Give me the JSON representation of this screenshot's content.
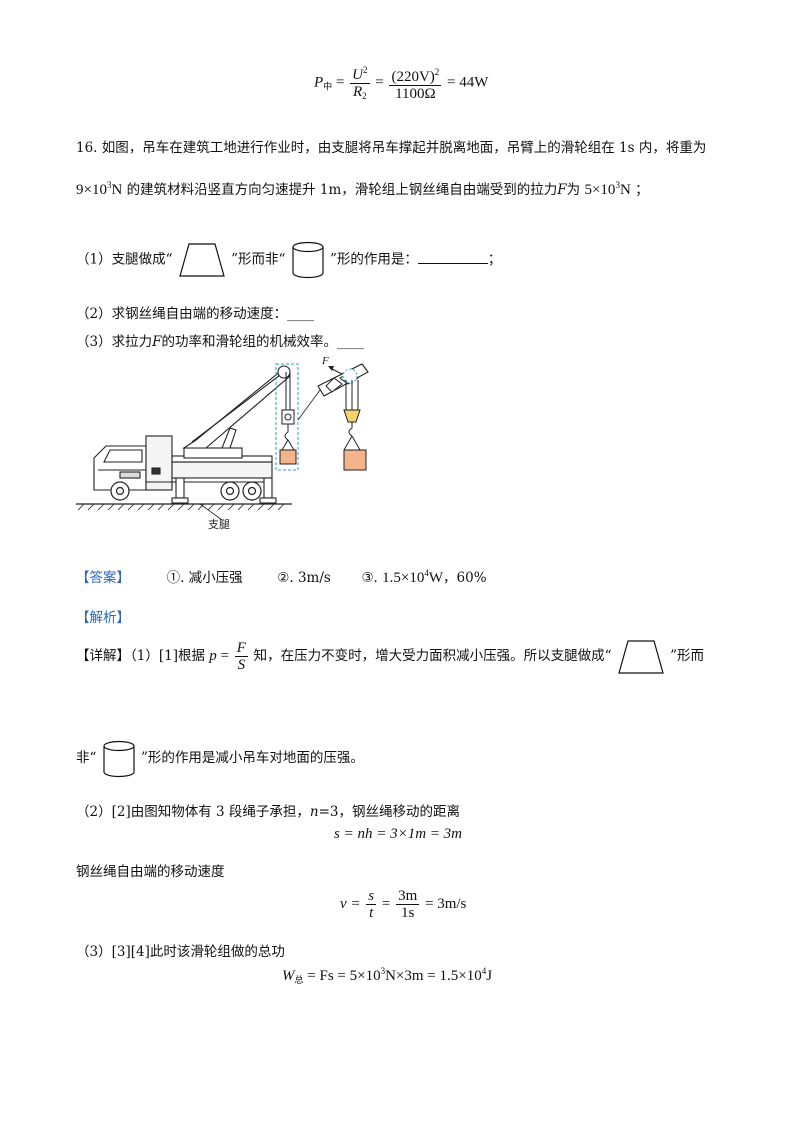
{
  "formula_top": {
    "lhs": "P",
    "lhs_sub": "中",
    "u": "U",
    "exp2": "2",
    "r": "R",
    "r_sub": "2",
    "num2": "(220V)",
    "den2": "1100Ω",
    "result": "= 44W"
  },
  "q16": {
    "line1": "16. 如图，吊车在建筑工地进行作业时，由支腿将吊车撑起并脱离地面，吊臂上的滑轮组在 1s 内，将重为",
    "load_coef": "9×10",
    "load_exp": "3",
    "load_unit": "N",
    "line2_mid": "的建筑材料沿竖直方向匀速提升 1m，滑轮组上钢丝绳自由端受到的拉力",
    "f_var": "F",
    "line2_wei": "为",
    "force_coef": "5×10",
    "force_exp": "3",
    "force_unit": "N",
    "line2_end": "；",
    "sub1_a": "（1）支腿做成“",
    "sub1_b": "”形而非“",
    "sub1_c": "”形的作用是：",
    "sub1_end": "；",
    "sub2": "（2）求钢丝绳自由端的移动速度：____",
    "sub3_a": "（3）求拉力",
    "sub3_f": "F",
    "sub3_b": "的功率和滑轮组的机械效率。____"
  },
  "figure": {
    "label_leg": "支腿",
    "label_f": "F"
  },
  "answer": {
    "tag": "【答案】",
    "a1": "①. 减小压强",
    "a2": "②. 3m/s",
    "a3_prefix": "③.",
    "a3_coef": "1.5×10",
    "a3_exp": "4",
    "a3_unit": "W",
    "a3_end": "，60%"
  },
  "analysis": {
    "tag": "【解析】",
    "detail_tag": "【详解】",
    "p1_a": "（1）[1]根据",
    "p_var": "p",
    "p_num": "F",
    "p_den": "S",
    "p1_b": "知，在压力不变时，增大受力面积减小压强。所以支腿做成“",
    "p1_c": "”形而",
    "p1_d": "非“",
    "p1_e": "”形的作用是减小吊车对地面的压强。",
    "p2_a": "（2）[2]由图知物体有 3 段绳子承担，",
    "p2_n": "n",
    "p2_b": "=3，钢丝绳移动的距离",
    "eq_s": "s = nh = 3×1m = 3m",
    "p2_c": "钢丝绳自由端的移动速度",
    "eq_v_lhs": "v =",
    "eq_v_n1": "s",
    "eq_v_d1": "t",
    "eq_v_n2": "3m",
    "eq_v_d2": "1s",
    "eq_v_res": "= 3m/s",
    "p3_a": "（3）[3][4]此时该滑轮组做的总功",
    "eq_w_lhs": "W",
    "eq_w_sub": "总",
    "eq_w_mid": "= Fs = 5×10",
    "eq_w_exp1": "3",
    "eq_w_mid2": "N×3m = 1.5×10",
    "eq_w_exp2": "4",
    "eq_w_end": "J"
  }
}
